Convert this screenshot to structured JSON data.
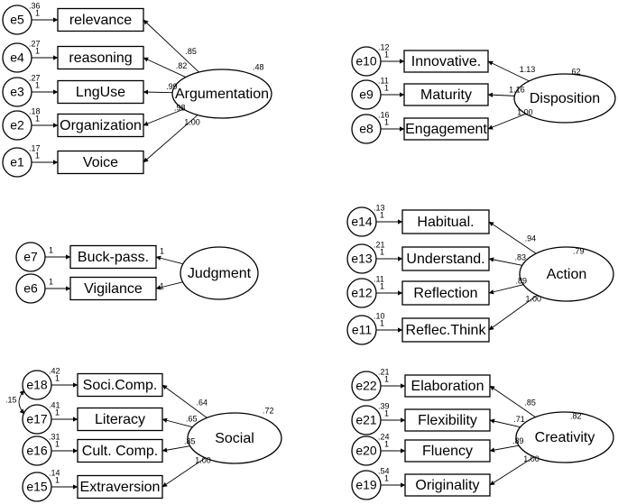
{
  "groups": [
    {
      "latent": "Argumentation",
      "variance": ".48",
      "indicators": [
        {
          "name": "relevance",
          "error": "e5",
          "err_var": ".36",
          "fixed": "1",
          "loading": ".85"
        },
        {
          "name": "reasoning",
          "error": "e4",
          "err_var": ".27",
          "fixed": "1",
          "loading": ".82"
        },
        {
          "name": "LngUse",
          "error": "e3",
          "err_var": ".27",
          "fixed": "1",
          "loading": ".99"
        },
        {
          "name": "Organization",
          "error": "e2",
          "err_var": ".18",
          "fixed": "1",
          "loading": ".98"
        },
        {
          "name": "Voice",
          "error": "e1",
          "err_var": ".17",
          "fixed": "1",
          "loading": "1.00"
        }
      ]
    },
    {
      "latent": "Disposition",
      "variance": ".62",
      "indicators": [
        {
          "name": "Innovative.",
          "error": "e10",
          "err_var": ".12",
          "fixed": "1",
          "loading": "1.13"
        },
        {
          "name": "Maturity",
          "error": "e9",
          "err_var": ".11",
          "fixed": "1",
          "loading": "1.16"
        },
        {
          "name": "Engagement",
          "error": "e8",
          "err_var": ".16",
          "fixed": "1",
          "loading": "1.00"
        }
      ]
    },
    {
      "latent": "Judgment",
      "variance": "",
      "indicators": [
        {
          "name": "Buck-pass.",
          "error": "e7",
          "err_var": "",
          "fixed": "1",
          "loading": "1"
        },
        {
          "name": "Vigilance",
          "error": "e6",
          "err_var": "",
          "fixed": "1",
          "loading": "1"
        }
      ]
    },
    {
      "latent": "Action",
      "variance": ".79",
      "indicators": [
        {
          "name": "Habitual.",
          "error": "e14",
          "err_var": ".13",
          "fixed": "1",
          "loading": ".94"
        },
        {
          "name": "Understand.",
          "error": "e13",
          "err_var": ".21",
          "fixed": "1",
          "loading": ".83"
        },
        {
          "name": "Reflection",
          "error": "e12",
          "err_var": ".11",
          "fixed": "1",
          "loading": ".89"
        },
        {
          "name": "Reflec.Think",
          "error": "e11",
          "err_var": ".10",
          "fixed": "1",
          "loading": "1.00"
        }
      ]
    },
    {
      "latent": "Social",
      "variance": ".72",
      "covariance": ".15",
      "indicators": [
        {
          "name": "Soci.Comp.",
          "error": "e18",
          "err_var": ".42",
          "fixed": "1",
          "loading": ".64"
        },
        {
          "name": "Literacy",
          "error": "e17",
          "err_var": ".41",
          "fixed": "1",
          "loading": ".65"
        },
        {
          "name": "Cult. Comp.",
          "error": "e16",
          "err_var": ".31",
          "fixed": "1",
          "loading": ".85"
        },
        {
          "name": "Extraversion",
          "error": "e15",
          "err_var": ".14",
          "fixed": "1",
          "loading": "1.00"
        }
      ]
    },
    {
      "latent": "Creativity",
      "variance": ".82",
      "indicators": [
        {
          "name": "Elaboration",
          "error": "e22",
          "err_var": ".21",
          "fixed": "1",
          "loading": ".85"
        },
        {
          "name": "Flexibility",
          "error": "e21",
          "err_var": ".39",
          "fixed": "1",
          "loading": ".71"
        },
        {
          "name": "Fluency",
          "error": "e20",
          "err_var": ".24",
          "fixed": "1",
          "loading": ".89"
        },
        {
          "name": "Originality",
          "error": "e19",
          "err_var": ".54",
          "fixed": "1",
          "loading": "1.00"
        }
      ]
    }
  ]
}
